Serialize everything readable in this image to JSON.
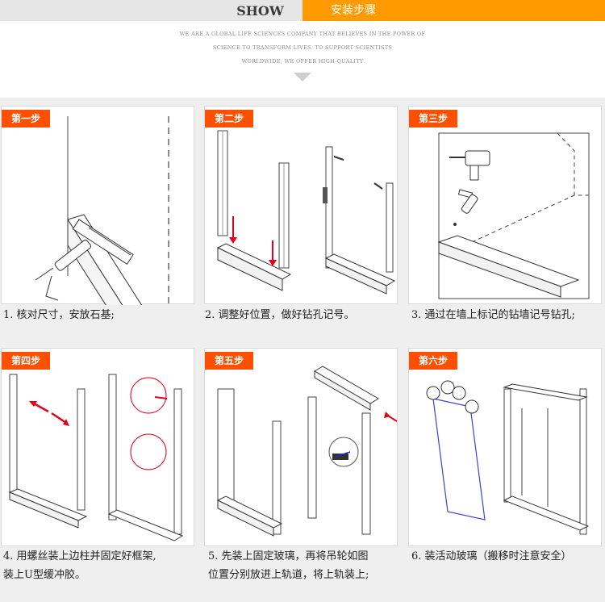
{
  "header": {
    "tab_show": "SHOW",
    "tab_steps": "安装步骤",
    "tagline": [
      "WE ARE A GLOBAL LIFE SCIENCES COMPANY THAT BELIEVES IN THE POWER OF",
      "SCIENCE TO TRANSFORM LIVES. TO SUPPORT SCIENTISTS",
      "WORLDWIDE, WE OFFER HIGH-QUALITY"
    ]
  },
  "steps": [
    {
      "badge": "第一步",
      "caption": "1. 核对尺寸，安放石基;"
    },
    {
      "badge": "第二步",
      "caption": "2. 调整好位置，做好钻孔记号。"
    },
    {
      "badge": "第三步",
      "caption": "3. 通过在墙上标记的钻墙记号钻孔;"
    },
    {
      "badge": "第四步",
      "caption_lines": [
        "4. 用螺丝装上边柱并固定好框架,",
        "装上U型缓冲胶。"
      ]
    },
    {
      "badge": "第五步",
      "caption_lines": [
        "5. 先装上固定玻璃，再将吊轮如图",
        "位置分别放进上轨道，将上轨装上;"
      ]
    },
    {
      "badge": "第六步",
      "caption": "6. 装活动玻璃（搬移时注意安全）"
    }
  ],
  "colors": {
    "accent_orange": "#ff9a00",
    "badge_red": "#ff4f00",
    "arrow_red": "#e2001a",
    "band_gray": "#efefef"
  }
}
